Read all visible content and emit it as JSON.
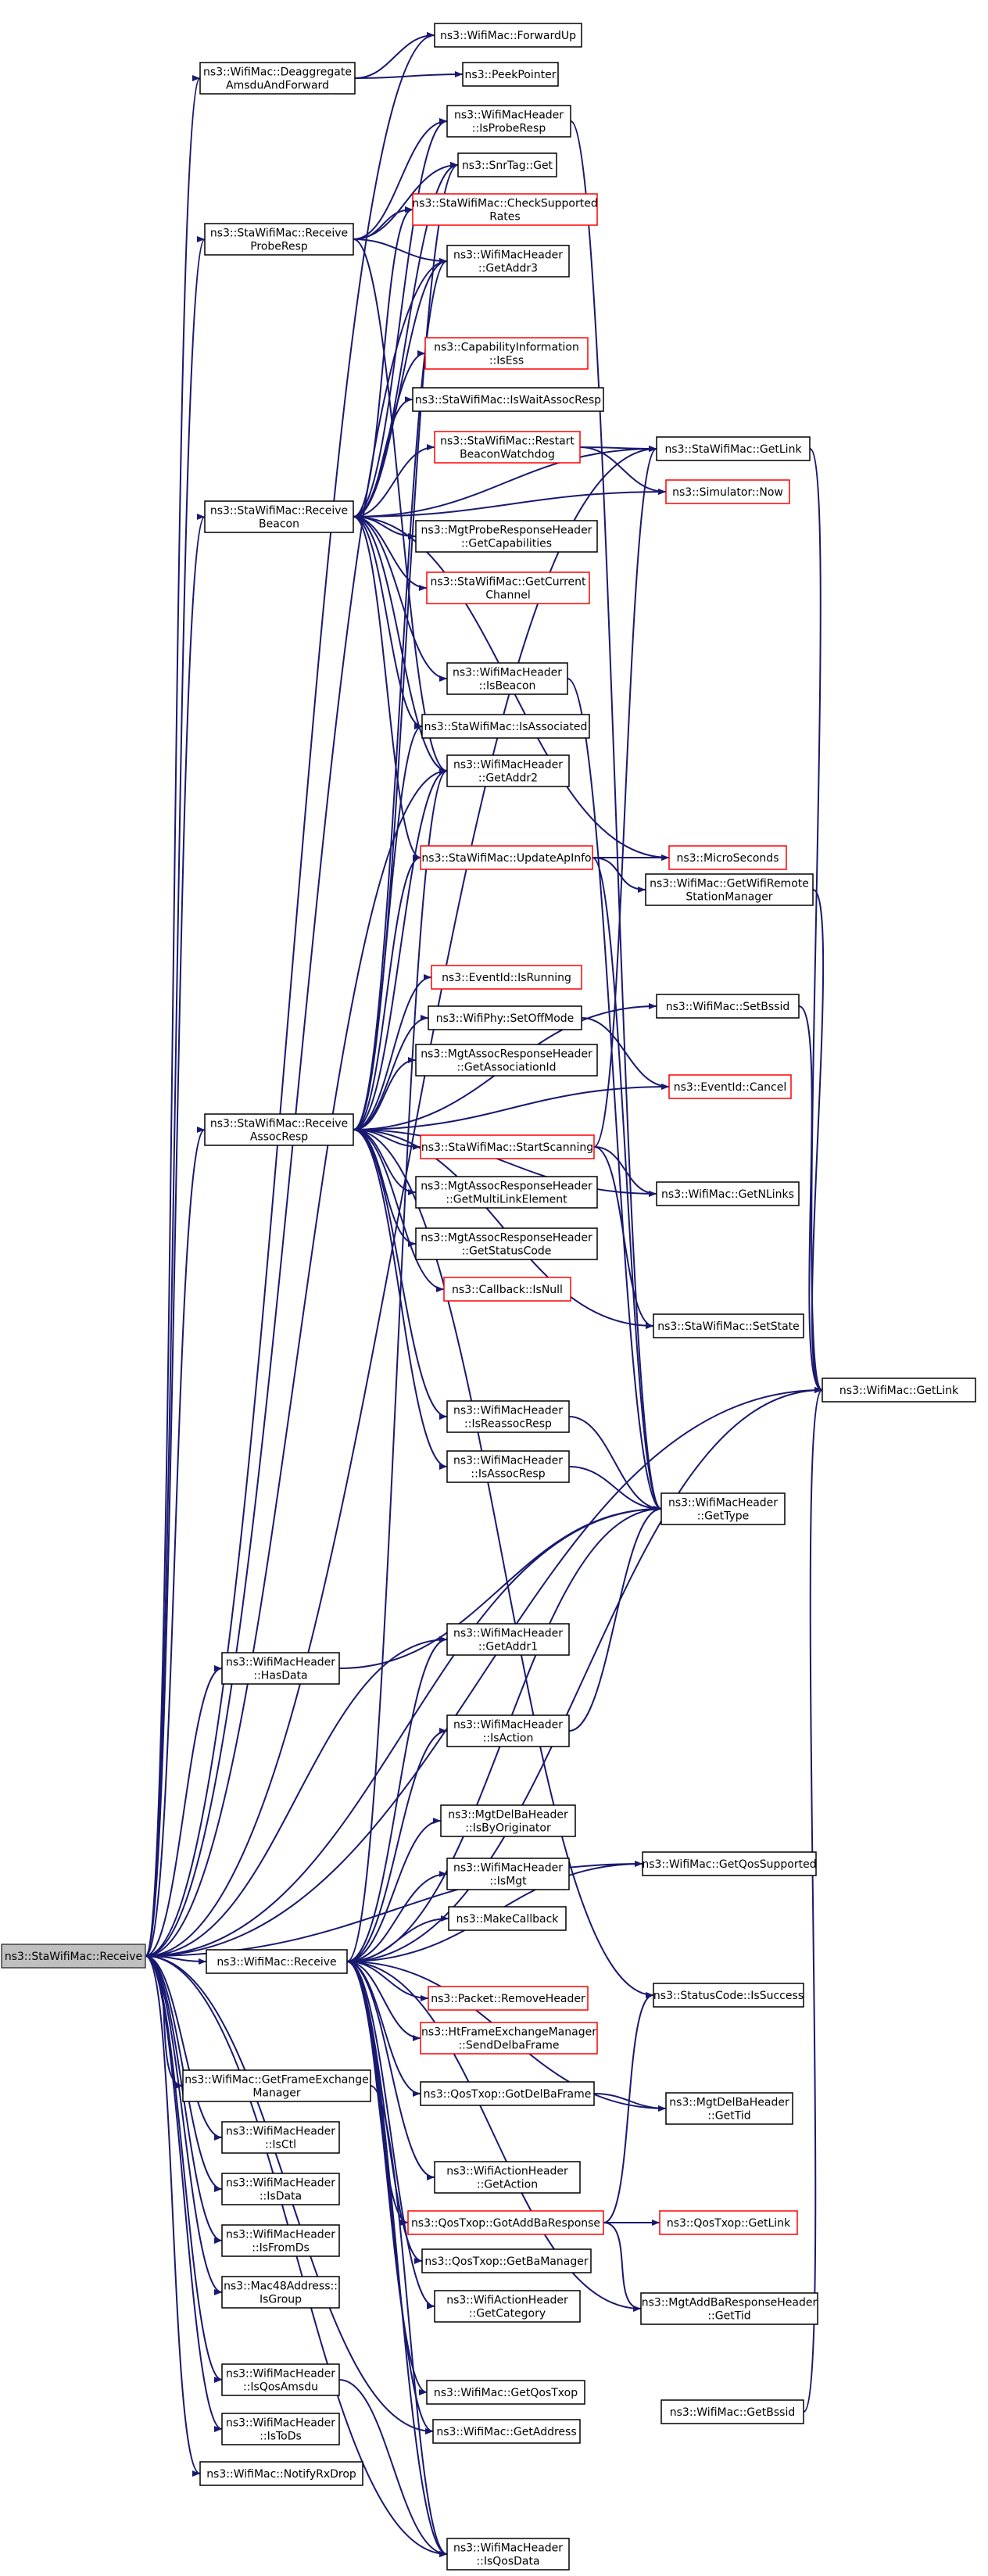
{
  "colors": {
    "edge": "#191970",
    "border": "#000000",
    "missing_border": "#ff0000",
    "root_fill": "#bfbfbf",
    "background": "#ffffff"
  },
  "nodes": [
    {
      "id": "root",
      "lines": [
        "ns3::StaWifiMac::Receive"
      ],
      "kind": "root"
    },
    {
      "id": "forwardup",
      "lines": [
        "ns3::WifiMac::ForwardUp"
      ]
    },
    {
      "id": "deaggregate",
      "lines": [
        "ns3::WifiMac::Deaggregate",
        "AmsduAndForward"
      ]
    },
    {
      "id": "peekpointer",
      "lines": [
        "ns3::PeekPointer"
      ]
    },
    {
      "id": "isproberesp",
      "lines": [
        "ns3::WifiMacHeader",
        "::IsProbeResp"
      ]
    },
    {
      "id": "snrtagget",
      "lines": [
        "ns3::SnrTag::Get"
      ]
    },
    {
      "id": "recvproberesp",
      "lines": [
        "ns3::StaWifiMac::Receive",
        "ProbeResp"
      ]
    },
    {
      "id": "checksupportedrates",
      "lines": [
        "ns3::StaWifiMac::CheckSupported",
        "Rates"
      ],
      "kind": "red"
    },
    {
      "id": "getaddr3",
      "lines": [
        "ns3::WifiMacHeader",
        "::GetAddr3"
      ]
    },
    {
      "id": "capinfoisess",
      "lines": [
        "ns3::CapabilityInformation",
        "::IsEss"
      ],
      "kind": "red"
    },
    {
      "id": "iswaitassocresp",
      "lines": [
        "ns3::StaWifiMac::IsWaitAssocResp"
      ]
    },
    {
      "id": "restartbeacon",
      "lines": [
        "ns3::StaWifiMac::Restart",
        "BeaconWatchdog"
      ],
      "kind": "red"
    },
    {
      "id": "stagetlink",
      "lines": [
        "ns3::StaWifiMac::GetLink"
      ]
    },
    {
      "id": "simnow",
      "lines": [
        "ns3::Simulator::Now"
      ],
      "kind": "red"
    },
    {
      "id": "recvbeacon",
      "lines": [
        "ns3::StaWifiMac::Receive",
        "Beacon"
      ]
    },
    {
      "id": "getcapabilities",
      "lines": [
        "ns3::MgtProbeResponseHeader",
        "::GetCapabilities"
      ]
    },
    {
      "id": "getcurrentchannel",
      "lines": [
        "ns3::StaWifiMac::GetCurrent",
        "Channel"
      ],
      "kind": "red"
    },
    {
      "id": "isbeacon",
      "lines": [
        "ns3::WifiMacHeader",
        "::IsBeacon"
      ]
    },
    {
      "id": "isassociated",
      "lines": [
        "ns3::StaWifiMac::IsAssociated"
      ]
    },
    {
      "id": "getaddr2",
      "lines": [
        "ns3::WifiMacHeader",
        "::GetAddr2"
      ]
    },
    {
      "id": "updateapinfo",
      "lines": [
        "ns3::StaWifiMac::UpdateApInfo"
      ],
      "kind": "red"
    },
    {
      "id": "microseconds",
      "lines": [
        "ns3::MicroSeconds"
      ],
      "kind": "red"
    },
    {
      "id": "getwifiremote",
      "lines": [
        "ns3::WifiMac::GetWifiRemote",
        "StationManager"
      ]
    },
    {
      "id": "eventisrunning",
      "lines": [
        "ns3::EventId::IsRunning"
      ],
      "kind": "red"
    },
    {
      "id": "setoffmode",
      "lines": [
        "ns3::WifiPhy::SetOffMode"
      ]
    },
    {
      "id": "setbssid",
      "lines": [
        "ns3::WifiMac::SetBssid"
      ]
    },
    {
      "id": "getassociationid",
      "lines": [
        "ns3::MgtAssocResponseHeader",
        "::GetAssociationId"
      ]
    },
    {
      "id": "eventcancel",
      "lines": [
        "ns3::EventId::Cancel"
      ],
      "kind": "red"
    },
    {
      "id": "recvassocresp",
      "lines": [
        "ns3::StaWifiMac::Receive",
        "AssocResp"
      ]
    },
    {
      "id": "startscanning",
      "lines": [
        "ns3::StaWifiMac::StartScanning"
      ],
      "kind": "red"
    },
    {
      "id": "getmultilink",
      "lines": [
        "ns3::MgtAssocResponseHeader",
        "::GetMultiLinkElement"
      ]
    },
    {
      "id": "getnlinks",
      "lines": [
        "ns3::WifiMac::GetNLinks"
      ]
    },
    {
      "id": "getstatuscode",
      "lines": [
        "ns3::MgtAssocResponseHeader",
        "::GetStatusCode"
      ]
    },
    {
      "id": "callbackisnull",
      "lines": [
        "ns3::Callback::IsNull"
      ],
      "kind": "red"
    },
    {
      "id": "setstate",
      "lines": [
        "ns3::StaWifiMac::SetState"
      ]
    },
    {
      "id": "wifimacgetlink",
      "lines": [
        "ns3::WifiMac::GetLink"
      ]
    },
    {
      "id": "isreassocresp",
      "lines": [
        "ns3::WifiMacHeader",
        "::IsReassocResp"
      ]
    },
    {
      "id": "isassocresp",
      "lines": [
        "ns3::WifiMacHeader",
        "::IsAssocResp"
      ]
    },
    {
      "id": "gettype",
      "lines": [
        "ns3::WifiMacHeader",
        "::GetType"
      ]
    },
    {
      "id": "hasdata",
      "lines": [
        "ns3::WifiMacHeader",
        "::HasData"
      ]
    },
    {
      "id": "getaddr1",
      "lines": [
        "ns3::WifiMacHeader",
        "::GetAddr1"
      ]
    },
    {
      "id": "isaction",
      "lines": [
        "ns3::WifiMacHeader",
        "::IsAction"
      ]
    },
    {
      "id": "isbyoriginator",
      "lines": [
        "ns3::MgtDelBaHeader",
        "::IsByOriginator"
      ]
    },
    {
      "id": "getqossupported",
      "lines": [
        "ns3::WifiMac::GetQosSupported"
      ]
    },
    {
      "id": "ismgt",
      "lines": [
        "ns3::WifiMacHeader",
        "::IsMgt"
      ]
    },
    {
      "id": "makecallback",
      "lines": [
        "ns3::MakeCallback"
      ]
    },
    {
      "id": "wifimacreceive",
      "lines": [
        "ns3::WifiMac::Receive"
      ]
    },
    {
      "id": "removeheader",
      "lines": [
        "ns3::Packet::RemoveHeader"
      ],
      "kind": "red"
    },
    {
      "id": "issuccess",
      "lines": [
        "ns3::StatusCode::IsSuccess"
      ]
    },
    {
      "id": "senddelbaframe",
      "lines": [
        "ns3::HtFrameExchangeManager",
        "::SendDelbaFrame"
      ],
      "kind": "red"
    },
    {
      "id": "getframeexchange",
      "lines": [
        "ns3::WifiMac::GetFrameExchange",
        "Manager"
      ]
    },
    {
      "id": "gotdelbaframe",
      "lines": [
        "ns3::QosTxop::GotDelBaFrame"
      ]
    },
    {
      "id": "delbagettid",
      "lines": [
        "ns3::MgtDelBaHeader",
        "::GetTid"
      ]
    },
    {
      "id": "isctl",
      "lines": [
        "ns3::WifiMacHeader",
        "::IsCtl"
      ]
    },
    {
      "id": "getaction",
      "lines": [
        "ns3::WifiActionHeader",
        "::GetAction"
      ]
    },
    {
      "id": "isdata",
      "lines": [
        "ns3::WifiMacHeader",
        "::IsData"
      ]
    },
    {
      "id": "gotaddbaresponse",
      "lines": [
        "ns3::QosTxop::GotAddBaResponse"
      ],
      "kind": "red"
    },
    {
      "id": "qostxopgetlink",
      "lines": [
        "ns3::QosTxop::GetLink"
      ],
      "kind": "red"
    },
    {
      "id": "isfromds",
      "lines": [
        "ns3::WifiMacHeader",
        "::IsFromDs"
      ]
    },
    {
      "id": "getbamanager",
      "lines": [
        "ns3::QosTxop::GetBaManager"
      ]
    },
    {
      "id": "isgroup",
      "lines": [
        "ns3::Mac48Address::",
        "IsGroup"
      ]
    },
    {
      "id": "getcategory",
      "lines": [
        "ns3::WifiActionHeader",
        "::GetCategory"
      ]
    },
    {
      "id": "addbagettid",
      "lines": [
        "ns3::MgtAddBaResponseHeader",
        "::GetTid"
      ]
    },
    {
      "id": "isqosamsdu",
      "lines": [
        "ns3::WifiMacHeader",
        "::IsQosAmsdu"
      ]
    },
    {
      "id": "getqostxop",
      "lines": [
        "ns3::WifiMac::GetQosTxop"
      ]
    },
    {
      "id": "getbssid",
      "lines": [
        "ns3::WifiMac::GetBssid"
      ]
    },
    {
      "id": "istods",
      "lines": [
        "ns3::WifiMacHeader",
        "::IsToDs"
      ]
    },
    {
      "id": "getaddress",
      "lines": [
        "ns3::WifiMac::GetAddress"
      ]
    },
    {
      "id": "notifyrxdrop",
      "lines": [
        "ns3::WifiMac::NotifyRxDrop"
      ]
    },
    {
      "id": "isqosdata",
      "lines": [
        "ns3::WifiMacHeader",
        "::IsQosData"
      ]
    }
  ],
  "edges": [
    [
      "root",
      "forwardup"
    ],
    [
      "root",
      "deaggregate"
    ],
    [
      "root",
      "recvproberesp"
    ],
    [
      "root",
      "getaddr3"
    ],
    [
      "root",
      "recvbeacon"
    ],
    [
      "root",
      "getaddr2"
    ],
    [
      "root",
      "recvassocresp"
    ],
    [
      "root",
      "gettype"
    ],
    [
      "root",
      "hasdata"
    ],
    [
      "root",
      "getaddr1"
    ],
    [
      "root",
      "wifimacreceive"
    ],
    [
      "root",
      "getframeexchange"
    ],
    [
      "root",
      "isctl"
    ],
    [
      "root",
      "isdata"
    ],
    [
      "root",
      "isfromds"
    ],
    [
      "root",
      "isgroup"
    ],
    [
      "root",
      "isqosamsdu"
    ],
    [
      "root",
      "istods"
    ],
    [
      "root",
      "notifyrxdrop"
    ],
    [
      "root",
      "getqossupported"
    ],
    [
      "root",
      "getaddress"
    ],
    [
      "root",
      "isqosdata"
    ],
    [
      "root",
      "stagetlink"
    ],
    [
      "root",
      "wifimacgetlink"
    ],
    [
      "deaggregate",
      "forwardup"
    ],
    [
      "deaggregate",
      "peekpointer"
    ],
    [
      "recvproberesp",
      "isproberesp"
    ],
    [
      "recvproberesp",
      "snrtagget"
    ],
    [
      "recvproberesp",
      "checksupportedrates"
    ],
    [
      "recvproberesp",
      "getaddr3"
    ],
    [
      "recvproberesp",
      "getaddr2"
    ],
    [
      "recvbeacon",
      "isproberesp"
    ],
    [
      "recvbeacon",
      "snrtagget"
    ],
    [
      "recvbeacon",
      "checksupportedrates"
    ],
    [
      "recvbeacon",
      "getaddr3"
    ],
    [
      "recvbeacon",
      "capinfoisess"
    ],
    [
      "recvbeacon",
      "iswaitassocresp"
    ],
    [
      "recvbeacon",
      "restartbeacon"
    ],
    [
      "recvbeacon",
      "simnow"
    ],
    [
      "recvbeacon",
      "getcapabilities"
    ],
    [
      "recvbeacon",
      "getcurrentchannel"
    ],
    [
      "recvbeacon",
      "isbeacon"
    ],
    [
      "recvbeacon",
      "isassociated"
    ],
    [
      "recvbeacon",
      "getaddr2"
    ],
    [
      "recvbeacon",
      "updateapinfo"
    ],
    [
      "recvbeacon",
      "microseconds"
    ],
    [
      "recvbeacon",
      "stagetlink"
    ],
    [
      "restartbeacon",
      "stagetlink"
    ],
    [
      "restartbeacon",
      "simnow"
    ],
    [
      "updateapinfo",
      "microseconds"
    ],
    [
      "updateapinfo",
      "getwifiremote"
    ],
    [
      "updateapinfo",
      "gettype"
    ],
    [
      "recvassocresp",
      "snrtagget"
    ],
    [
      "recvassocresp",
      "getaddr3"
    ],
    [
      "recvassocresp",
      "isassociated"
    ],
    [
      "recvassocresp",
      "getaddr2"
    ],
    [
      "recvassocresp",
      "updateapinfo"
    ],
    [
      "recvassocresp",
      "eventisrunning"
    ],
    [
      "recvassocresp",
      "setoffmode"
    ],
    [
      "recvassocresp",
      "setbssid"
    ],
    [
      "recvassocresp",
      "getassociationid"
    ],
    [
      "recvassocresp",
      "eventcancel"
    ],
    [
      "recvassocresp",
      "startscanning"
    ],
    [
      "recvassocresp",
      "getmultilink"
    ],
    [
      "recvassocresp",
      "getnlinks"
    ],
    [
      "recvassocresp",
      "getstatuscode"
    ],
    [
      "recvassocresp",
      "callbackisnull"
    ],
    [
      "recvassocresp",
      "setstate"
    ],
    [
      "recvassocresp",
      "isreassocresp"
    ],
    [
      "recvassocresp",
      "isassocresp"
    ],
    [
      "recvassocresp",
      "issuccess"
    ],
    [
      "setoffmode",
      "eventcancel"
    ],
    [
      "startscanning",
      "getnlinks"
    ],
    [
      "startscanning",
      "setstate"
    ],
    [
      "startscanning",
      "stagetlink"
    ],
    [
      "setbssid",
      "wifimacgetlink"
    ],
    [
      "getwifiremote",
      "wifimacgetlink"
    ],
    [
      "stagetlink",
      "wifimacgetlink"
    ],
    [
      "isreassocresp",
      "gettype"
    ],
    [
      "isassocresp",
      "gettype"
    ],
    [
      "isbeacon",
      "gettype"
    ],
    [
      "isproberesp",
      "gettype"
    ],
    [
      "hasdata",
      "gettype"
    ],
    [
      "wifimacreceive",
      "getaddr1"
    ],
    [
      "wifimacreceive",
      "isaction"
    ],
    [
      "wifimacreceive",
      "isbyoriginator"
    ],
    [
      "wifimacreceive",
      "ismgt"
    ],
    [
      "wifimacreceive",
      "makecallback"
    ],
    [
      "wifimacreceive",
      "removeheader"
    ],
    [
      "wifimacreceive",
      "senddelbaframe"
    ],
    [
      "wifimacreceive",
      "gotdelbaframe"
    ],
    [
      "wifimacreceive",
      "getaction"
    ],
    [
      "wifimacreceive",
      "gotaddbaresponse"
    ],
    [
      "wifimacreceive",
      "getbamanager"
    ],
    [
      "wifimacreceive",
      "getcategory"
    ],
    [
      "wifimacreceive",
      "getqostxop"
    ],
    [
      "wifimacreceive",
      "getaddress"
    ],
    [
      "wifimacreceive",
      "isqosdata"
    ],
    [
      "wifimacreceive",
      "getqossupported"
    ],
    [
      "wifimacreceive",
      "gettype"
    ],
    [
      "wifimacreceive",
      "addbagettid"
    ],
    [
      "wifimacreceive",
      "delbagettid"
    ],
    [
      "wifimacreceive",
      "getaddr2"
    ],
    [
      "wifimacreceive",
      "wifimacgetlink"
    ],
    [
      "isaction",
      "gettype"
    ],
    [
      "getframeexchange",
      "isqosdata"
    ],
    [
      "gotdelbaframe",
      "delbagettid"
    ],
    [
      "gotaddbaresponse",
      "qostxopgetlink"
    ],
    [
      "gotaddbaresponse",
      "addbagettid"
    ],
    [
      "gotaddbaresponse",
      "issuccess"
    ],
    [
      "isqosamsdu",
      "isqosdata"
    ],
    [
      "getbssid",
      "wifimacgetlink"
    ]
  ]
}
